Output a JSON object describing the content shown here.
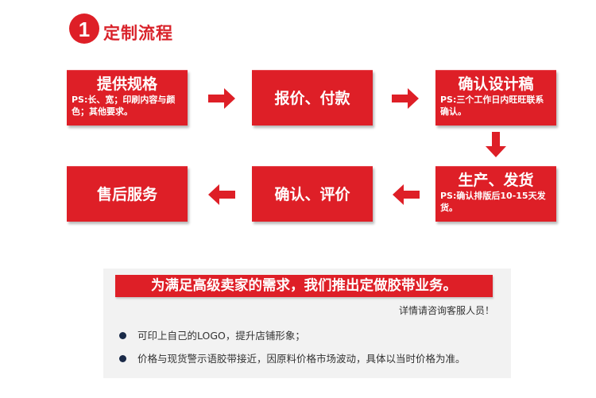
{
  "header": {
    "step_number": "1",
    "title": "定制流程"
  },
  "colors": {
    "accent": "#de1f27",
    "panel_bg": "#f2f2f2",
    "bullet": "#1a2a48"
  },
  "steps": [
    {
      "title": "提供规格",
      "note": "PS:长、宽；印刷内容与颜色；其他要求。"
    },
    {
      "title": "报价、付款",
      "note": ""
    },
    {
      "title": "确认设计稿",
      "note": "PS:三个工作日内旺旺联系确认。"
    },
    {
      "title": "生产、发货",
      "note": "PS:确认排版后10-15天发货。"
    },
    {
      "title": "确认、评价",
      "note": ""
    },
    {
      "title": "售后服务",
      "note": ""
    }
  ],
  "info": {
    "banner": "为满足高级卖家的需求，我们推出定做胶带业务。",
    "contact": "详情请咨询客服人员！",
    "bullets": [
      "可印上自己的LOGO，提升店铺形象；",
      "价格与现货警示语胶带接近，因原料价格市场波动，具体以当时价格为准。"
    ]
  }
}
